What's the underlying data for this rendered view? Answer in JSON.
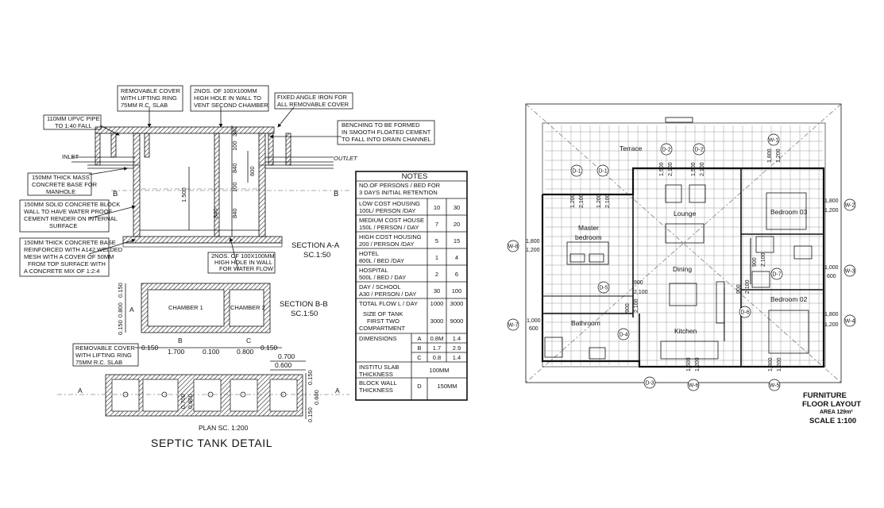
{
  "septic": {
    "callouts": {
      "cover": [
        "REMOVABLE COVER",
        "WITH LIFTING RING",
        "75MM R.C. SLAB"
      ],
      "holes_top": [
        "2NOS. OF 100X100MM",
        "HIGH HOLE IN WALL TO",
        "VENT SECOND CHAMBER"
      ],
      "angle_iron": [
        "FIXED ANGLE IRON FOR",
        "ALL REMOVABLE COVER"
      ],
      "pipe": [
        "110MM UPVC PIPE",
        "TO 1:40 FALL"
      ],
      "benching": [
        "BENCHING TO BE FORMED",
        "IN SMOOTH FLOATED CEMENT",
        "TO FALL INTO DRAIN CHANNEL"
      ],
      "mass_concrete": [
        "150MM THICK MASS",
        "CONCRETE BASE FOR",
        "MANHOLE"
      ],
      "block_wall": [
        "150MM SOLID CONCRETE BLOCK",
        "WALL TO HAVE WATER PROOF",
        "CEMENT RENDER ON INTERNAL",
        "SURFACE"
      ],
      "base": [
        "150MM THICK CONCRETE BASE",
        "REINFORCED WITH A142 WELDED",
        "MESH WITH A COVER OF 50MM",
        "FROM TOP SURFACE WITH",
        "A CONCRETE MIX OF 1:2:4"
      ],
      "holes_flow": [
        "2NOS. OF 100X100MM",
        "HIGH HOLE IN WALL",
        "FOR WATER FLOW"
      ],
      "cover_plan": [
        "REMOVABLE COVER",
        "WITH LIFTING RING",
        "75MM R.C. SLAB"
      ]
    },
    "labels": {
      "inlet": "INLET",
      "outlet": "OUTLET",
      "section_aa": "SECTION A-A",
      "section_aa_scale": "SC.1:50",
      "section_bb": "SECTION B-B",
      "section_bb_scale": "SC.1:50",
      "chamber1": "CHAMBER 1",
      "chamber2": "CHAMBER 2",
      "plan": "PLAN  SC. 1:200",
      "title": "SEPTIC TANK DETAIL",
      "b_left": "B",
      "b_right": "B",
      "a_left": "A",
      "a_right": "A",
      "a_side": "A",
      "b_dim": "B",
      "c_dim": "C"
    },
    "dims": {
      "d340": "340",
      "d100a": "100",
      "d840a": "840",
      "d100b": "100",
      "d840b": "840",
      "d600": "600",
      "d1500": "1.500",
      "d840c": "840",
      "w0150a": "0.150",
      "w1700": "1.700",
      "w0100": "0.100",
      "w0800": "0.800",
      "w0150b": "0.150",
      "w0700": "0.700",
      "w0600": "0.600",
      "v0150": "0.150",
      "v0800": "0.800",
      "v0150b": "0.150",
      "p0700": "0.700",
      "p0600": "0.600",
      "p0150": "0.150",
      "p0600r": "0.600",
      "p0150r": "0.150"
    },
    "notes": {
      "title": "NOTES",
      "intro": [
        "NO.OF PERSONS / BED FOR",
        "3 DAYS INITIAL RETENTION"
      ],
      "rows": [
        {
          "label": [
            "LOW COST HOUSING",
            "100L/ PERSON /DAY"
          ],
          "a": "10",
          "b": "30"
        },
        {
          "label": [
            "MEDIUM COST HOUSE",
            "150L / PERSON / DAY"
          ],
          "a": "7",
          "b": "20"
        },
        {
          "label": [
            "HIGH COST HOUSING",
            "200 / PERSON /DAY"
          ],
          "a": "5",
          "b": "15"
        },
        {
          "label": [
            "HOTEL",
            "800L / BED /DAY"
          ],
          "a": "1",
          "b": "4"
        },
        {
          "label": [
            "HOSPITAL",
            "500L / BED / DAY"
          ],
          "a": "2",
          "b": "6"
        },
        {
          "label": [
            "DAY / SCHOOL",
            "A30 / PERSON / DAY"
          ],
          "a": "30",
          "b": "100"
        }
      ],
      "total_flow": {
        "label": "TOTAL FLOW L / DAY",
        "a": "1000",
        "b": "3000"
      },
      "size": {
        "label": [
          "SIZE OF TANK",
          "FIRST TWO",
          "COMPARTMENT"
        ],
        "a": "3000",
        "b": "9000"
      },
      "dimensions": {
        "label": "DIMENSIONS",
        "rows": [
          {
            "k": "A",
            "a": "0.8M",
            "b": "1.4"
          },
          {
            "k": "B",
            "a": "1.7",
            "b": "2.9"
          },
          {
            "k": "C",
            "a": "0.8",
            "b": "1.4"
          }
        ]
      },
      "slab": {
        "label": [
          "INSTITU SLAB",
          "THICKNESS"
        ],
        "v": "100MM"
      },
      "block": {
        "label": [
          "BLOCK WALL",
          "THICKNESS"
        ],
        "k": "D",
        "v": "150MM"
      }
    }
  },
  "floor": {
    "rooms": {
      "terrace": "Terrace",
      "lounge": "Lounge",
      "master": [
        "Master",
        "bedroom"
      ],
      "dining": "Dining",
      "kitchen": "Kitchen",
      "bathroom": "Bathroom",
      "bed3": "Bedroom 03",
      "bed2": "Bedroom 02"
    },
    "tags": {
      "d1a": "D-1",
      "d1b": "D-1",
      "d2a": "D-2",
      "d2b": "D-2",
      "d3": "D-3",
      "d4": "D-4",
      "d5": "D-5",
      "d6": "D-6",
      "d7": "D-7",
      "w1": "W-1",
      "w2": "W-2",
      "w3": "W-3",
      "w4": "W-4",
      "w5": "W-5",
      "w6": "W-6",
      "w7": "W-7",
      "w8": "W-8"
    },
    "dims": {
      "a1": "1,200",
      "a2": "2,100",
      "a3": "1,200",
      "a4": "2,100",
      "b1": "1,500",
      "b2": "2,100",
      "b3": "1,500",
      "b4": "2,100",
      "c1": "1,800",
      "c2": "1,200",
      "e1": "1,800",
      "e2": "1,200",
      "f1": "1,800",
      "f2": "1,200",
      "g1": "900",
      "g2": "2,100",
      "h1": "900",
      "h2": "2,100",
      "i1": "900",
      "i2": "2,100",
      "j1": "1,000",
      "j2": "600",
      "k1": "1,000",
      "k2": "600",
      "l1": "1,800",
      "l2": "1,200",
      "m1": "900",
      "m2": "2,100",
      "n1": "1,500",
      "n2": "1,200",
      "o1": "1,800",
      "o2": "1,200"
    },
    "title": [
      "FURNITURE",
      "FLOOR LAYOUT"
    ],
    "area": "AREA 129m²",
    "scale": "SCALE 1:100"
  }
}
